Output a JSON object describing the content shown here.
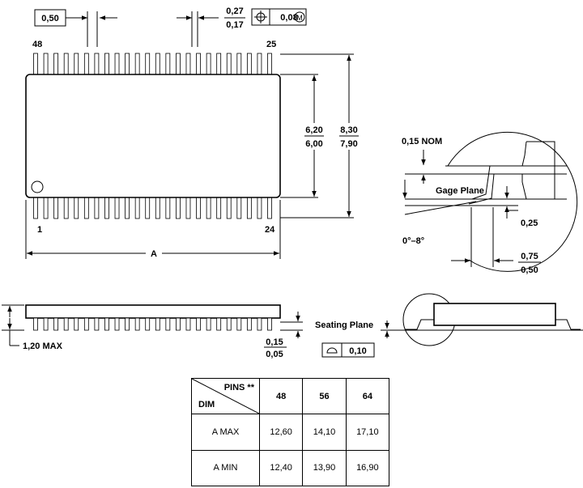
{
  "top_view": {
    "pitch": "0,50",
    "lead_width_max": "0,27",
    "lead_width_min": "0,17",
    "tolerance_value": "0,08",
    "tolerance_modifier": "M",
    "pin_48": "48",
    "pin_25": "25",
    "pin_1": "1",
    "pin_24": "24",
    "body_width_max": "6,20",
    "body_width_min": "6,00",
    "overall_width_max": "8,30",
    "overall_width_min": "7,90",
    "length_label": "A"
  },
  "lead_detail": {
    "nom_label": "0,15 NOM",
    "gage_plane": "Gage Plane",
    "gage_value": "0,25",
    "angle": "0°–8°",
    "foot_max": "0,75",
    "foot_min": "0,50"
  },
  "side_view": {
    "height": "1,20 MAX",
    "standoff_max": "0,15",
    "standoff_min": "0,05",
    "seating_plane": "Seating Plane",
    "coplanarity": "0,10"
  },
  "table": {
    "pins_header": "PINS **",
    "dim_header": "DIM",
    "columns": [
      "48",
      "56",
      "64"
    ],
    "rows": [
      {
        "label": "A  MAX",
        "values": [
          "12,60",
          "14,10",
          "17,10"
        ]
      },
      {
        "label": "A  MIN",
        "values": [
          "12,40",
          "13,90",
          "16,90"
        ]
      }
    ]
  }
}
